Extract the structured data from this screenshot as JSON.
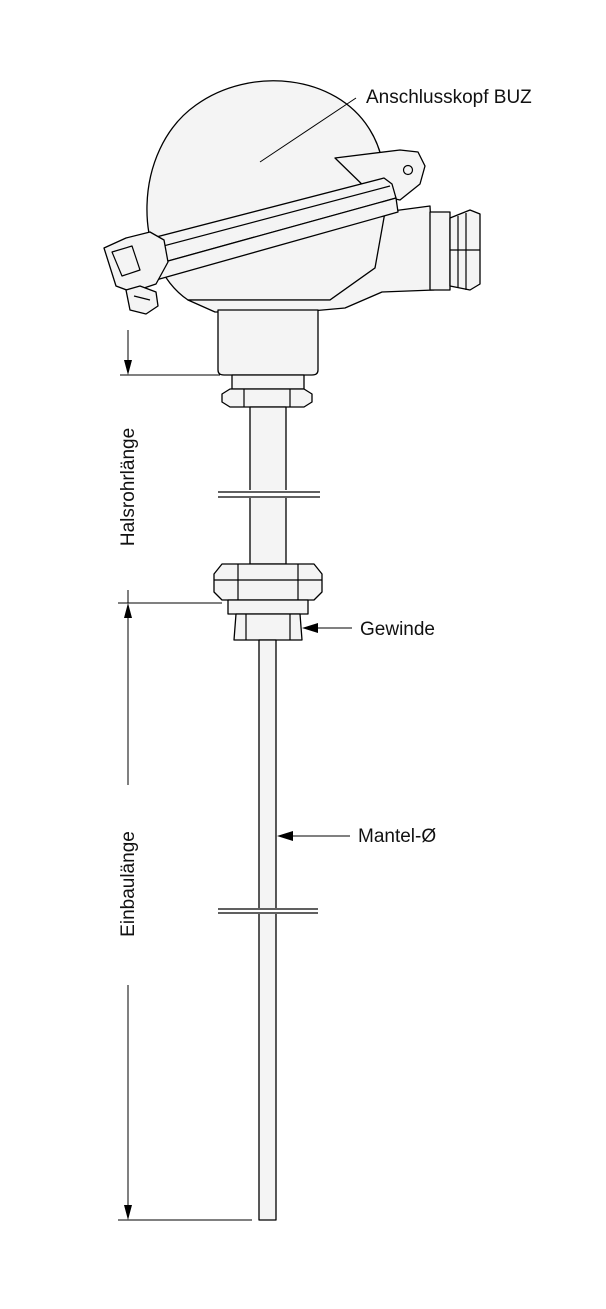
{
  "labels": {
    "head": "Anschlusskopf BUZ",
    "neck_length": "Halsrohrlänge",
    "thread": "Gewinde",
    "sheath_diameter": "Mantel-Ø",
    "insertion_length": "Einbaulänge"
  },
  "colors": {
    "line": "#000000",
    "fill": "#f4f4f4",
    "background": "#ffffff"
  }
}
